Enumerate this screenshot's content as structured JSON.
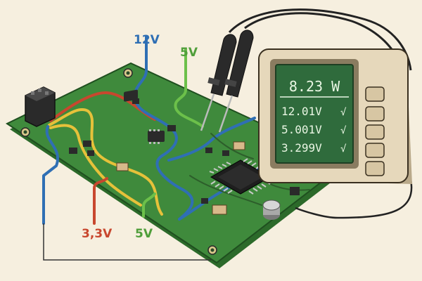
{
  "labels": {
    "top_12v": "12V",
    "top_5v": "5V",
    "bottom_3v3": "3,3V",
    "bottom_5v": "5V"
  },
  "meter": {
    "power": "8.23 W",
    "readings": [
      {
        "value": "12.01V",
        "check": "√"
      },
      {
        "value": "5.001V",
        "check": "√"
      },
      {
        "value": "3.299V",
        "check": "√"
      }
    ]
  },
  "colors": {
    "background": "#f6efdf",
    "pcb": "#3f8a3c",
    "pcb_edge": "#2c6a2a",
    "rail_12v": "#2f6fb4",
    "rail_5v": "#4f9e3a",
    "rail_3v3": "#c8472e",
    "rail_yellow": "#e6c13a",
    "lcd_bg": "#2f6b3c",
    "lcd_text": "#e9f6e3",
    "meter_body": "#e6d8bb"
  }
}
